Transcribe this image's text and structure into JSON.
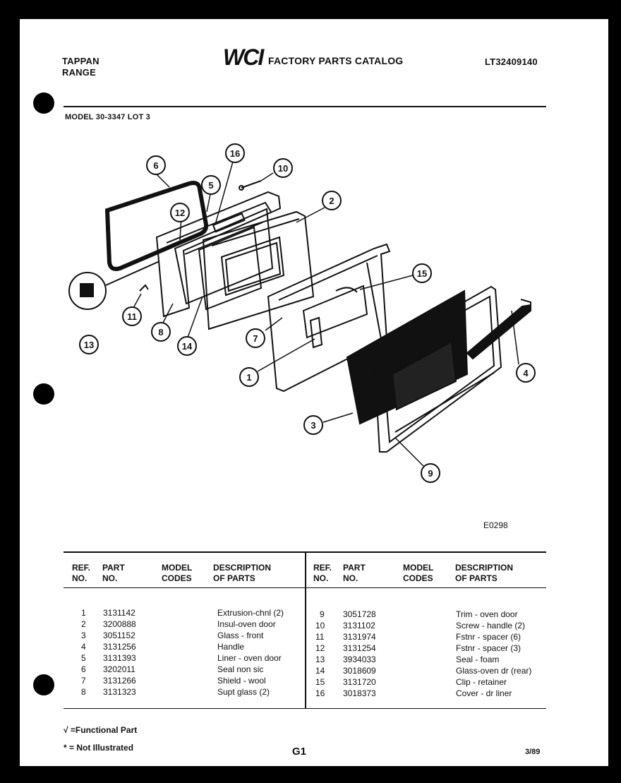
{
  "header": {
    "brand_line1": "TAPPAN",
    "brand_line2": "RANGE",
    "catalog_logo": "WCI",
    "catalog_title": "FACTORY PARTS CATALOG",
    "catalog_number": "LT32409140",
    "model": "MODEL 30-3347 LOT 3"
  },
  "diagram": {
    "figure_code": "E0298",
    "callouts": [
      "1",
      "2",
      "3",
      "4",
      "5",
      "6",
      "7",
      "8",
      "9",
      "10",
      "11",
      "12",
      "13",
      "14",
      "15",
      "16"
    ]
  },
  "table": {
    "headers": {
      "ref": [
        "REF.",
        "NO."
      ],
      "part": [
        "PART",
        "NO."
      ],
      "model": [
        "MODEL",
        "CODES"
      ],
      "desc": [
        "DESCRIPTION",
        "OF PARTS"
      ]
    },
    "left": [
      {
        "ref": "1",
        "part": "3131142",
        "model": "",
        "desc": "Extrusion-chnl (2)"
      },
      {
        "ref": "2",
        "part": "3200888",
        "model": "",
        "desc": "Insul-oven door"
      },
      {
        "ref": "3",
        "part": "3051152",
        "model": "",
        "desc": "Glass - front"
      },
      {
        "ref": "4",
        "part": "3131256",
        "model": "",
        "desc": "Handle"
      },
      {
        "ref": "5",
        "part": "3131393",
        "model": "",
        "desc": "Liner - oven door"
      },
      {
        "ref": "6",
        "part": "3202011",
        "model": "",
        "desc": "Seal non sic"
      },
      {
        "ref": "7",
        "part": "3131266",
        "model": "",
        "desc": "Shield - wool"
      },
      {
        "ref": "8",
        "part": "3131323",
        "model": "",
        "desc": "Supt glass (2)"
      }
    ],
    "right": [
      {
        "ref": "9",
        "part": "3051728",
        "model": "",
        "desc": "Trim - oven door"
      },
      {
        "ref": "10",
        "part": "3131102",
        "model": "",
        "desc": "Screw - handle (2)"
      },
      {
        "ref": "11",
        "part": "3131974",
        "model": "",
        "desc": "Fstnr - spacer (6)"
      },
      {
        "ref": "12",
        "part": "3131254",
        "model": "",
        "desc": "Fstnr - spacer (3)"
      },
      {
        "ref": "13",
        "part": "3934033",
        "model": "",
        "desc": "Seal - foam"
      },
      {
        "ref": "14",
        "part": "3018609",
        "model": "",
        "desc": "Glass-oven dr (rear)"
      },
      {
        "ref": "15",
        "part": "3131720",
        "model": "",
        "desc": "Clip - retainer"
      },
      {
        "ref": "16",
        "part": "3018373",
        "model": "",
        "desc": "Cover - dr liner"
      }
    ]
  },
  "footer": {
    "functional": "√ =Functional Part",
    "not_illustrated": "* = Not Illustrated",
    "page": "G1",
    "date": "3/89"
  }
}
